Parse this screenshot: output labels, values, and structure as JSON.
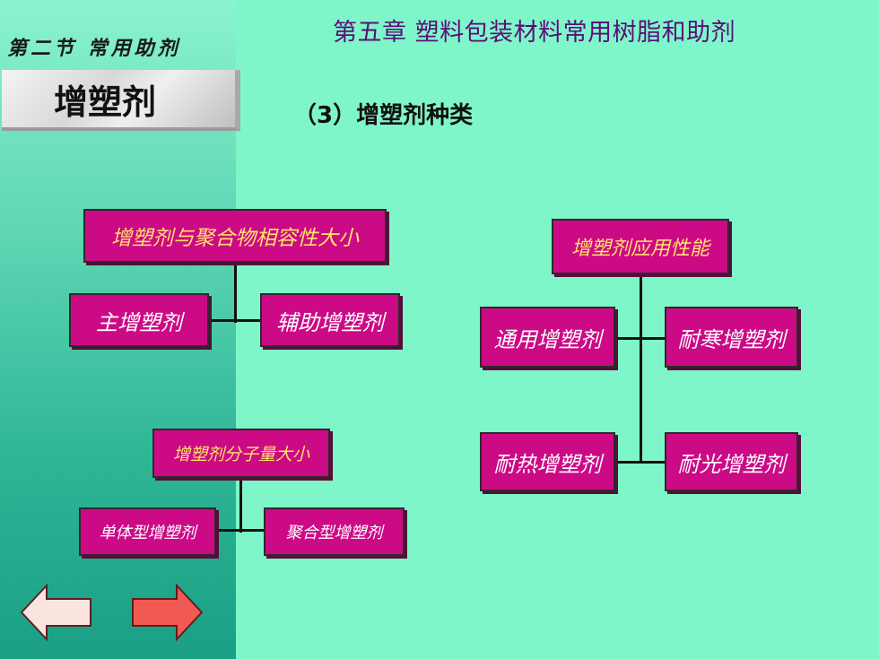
{
  "header": {
    "chapter": "第五章  塑料包装材料常用树脂和助剂",
    "section": "第二节  常用助剂",
    "plaque": "增塑剂",
    "subtitle": "（3）增塑剂种类"
  },
  "diagram": {
    "compat_root": "增塑剂与聚合物相容性大小",
    "compat_main": "主增塑剂",
    "compat_aux": "辅助增塑剂",
    "mw_root": "增塑剂分子量大小",
    "mw_monomer": "单体型增塑剂",
    "mw_polymer": "聚合型增塑剂",
    "app_root": "增塑剂应用性能",
    "app_general": "通用增塑剂",
    "app_cold": "耐寒增塑剂",
    "app_heat": "耐热增塑剂",
    "app_light": "耐光增塑剂"
  },
  "nav": {
    "back_icon": "left-arrow-icon",
    "forward_icon": "right-arrow-icon",
    "back_color": "#fbe3df",
    "forward_color": "#f05a52"
  }
}
